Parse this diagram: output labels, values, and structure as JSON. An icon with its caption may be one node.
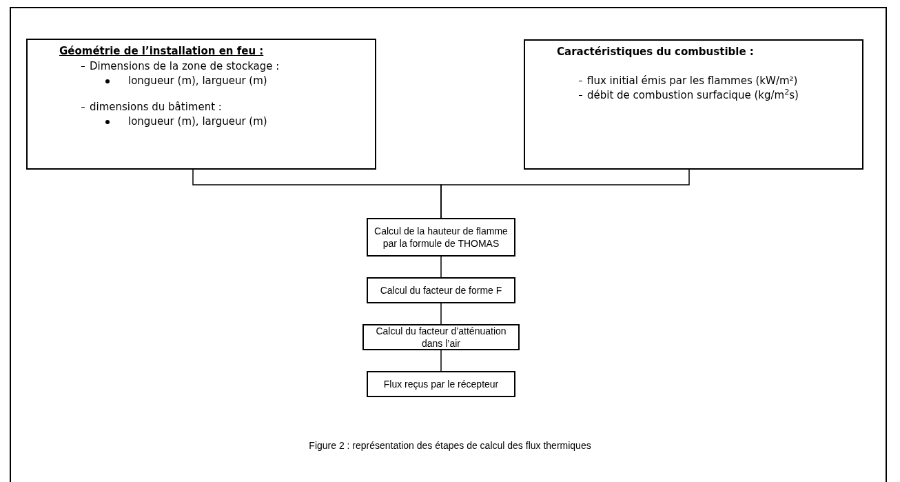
{
  "diagram": {
    "caption": "Figure 2 : représentation des étapes de calcul des flux thermiques",
    "nodes": [
      {
        "text": [
          "Géométrie de l’installation en feu :",
          "Dimensions de la zone de stockage :",
          "longueur (m), largueur (m)",
          "dimensions du bâtiment :",
          "longueur (m), largueur (m)"
        ]
      },
      {
        "text": [
          "Caractéristiques du combustible :",
          "flux initial émis par les flammes (kW/m²)",
          "débit de combustion surfacique (kg/m$^{2}$s)"
        ]
      },
      {
        "text": [
          "Calcul de la hauteur de flamme par la formule de THOMAS"
        ]
      },
      {
        "text": [
          "Calcul du facteur de forme F"
        ]
      },
      {
        "text": [
          "Calcul du facteur d’atténuation dans l’air"
        ]
      },
      {
        "text": [
          "Flux reçus par le récepteur"
        ]
      }
    ],
    "edges": [
      {
        "from": 0,
        "to": 2,
        "arrow": "none"
      },
      {
        "from": 1,
        "to": 2,
        "arrow": "none"
      },
      {
        "from": 2,
        "to": 3,
        "arrow": "none"
      },
      {
        "from": 3,
        "to": 4,
        "arrow": "none"
      },
      {
        "from": 4,
        "to": 5,
        "arrow": "none"
      }
    ]
  }
}
